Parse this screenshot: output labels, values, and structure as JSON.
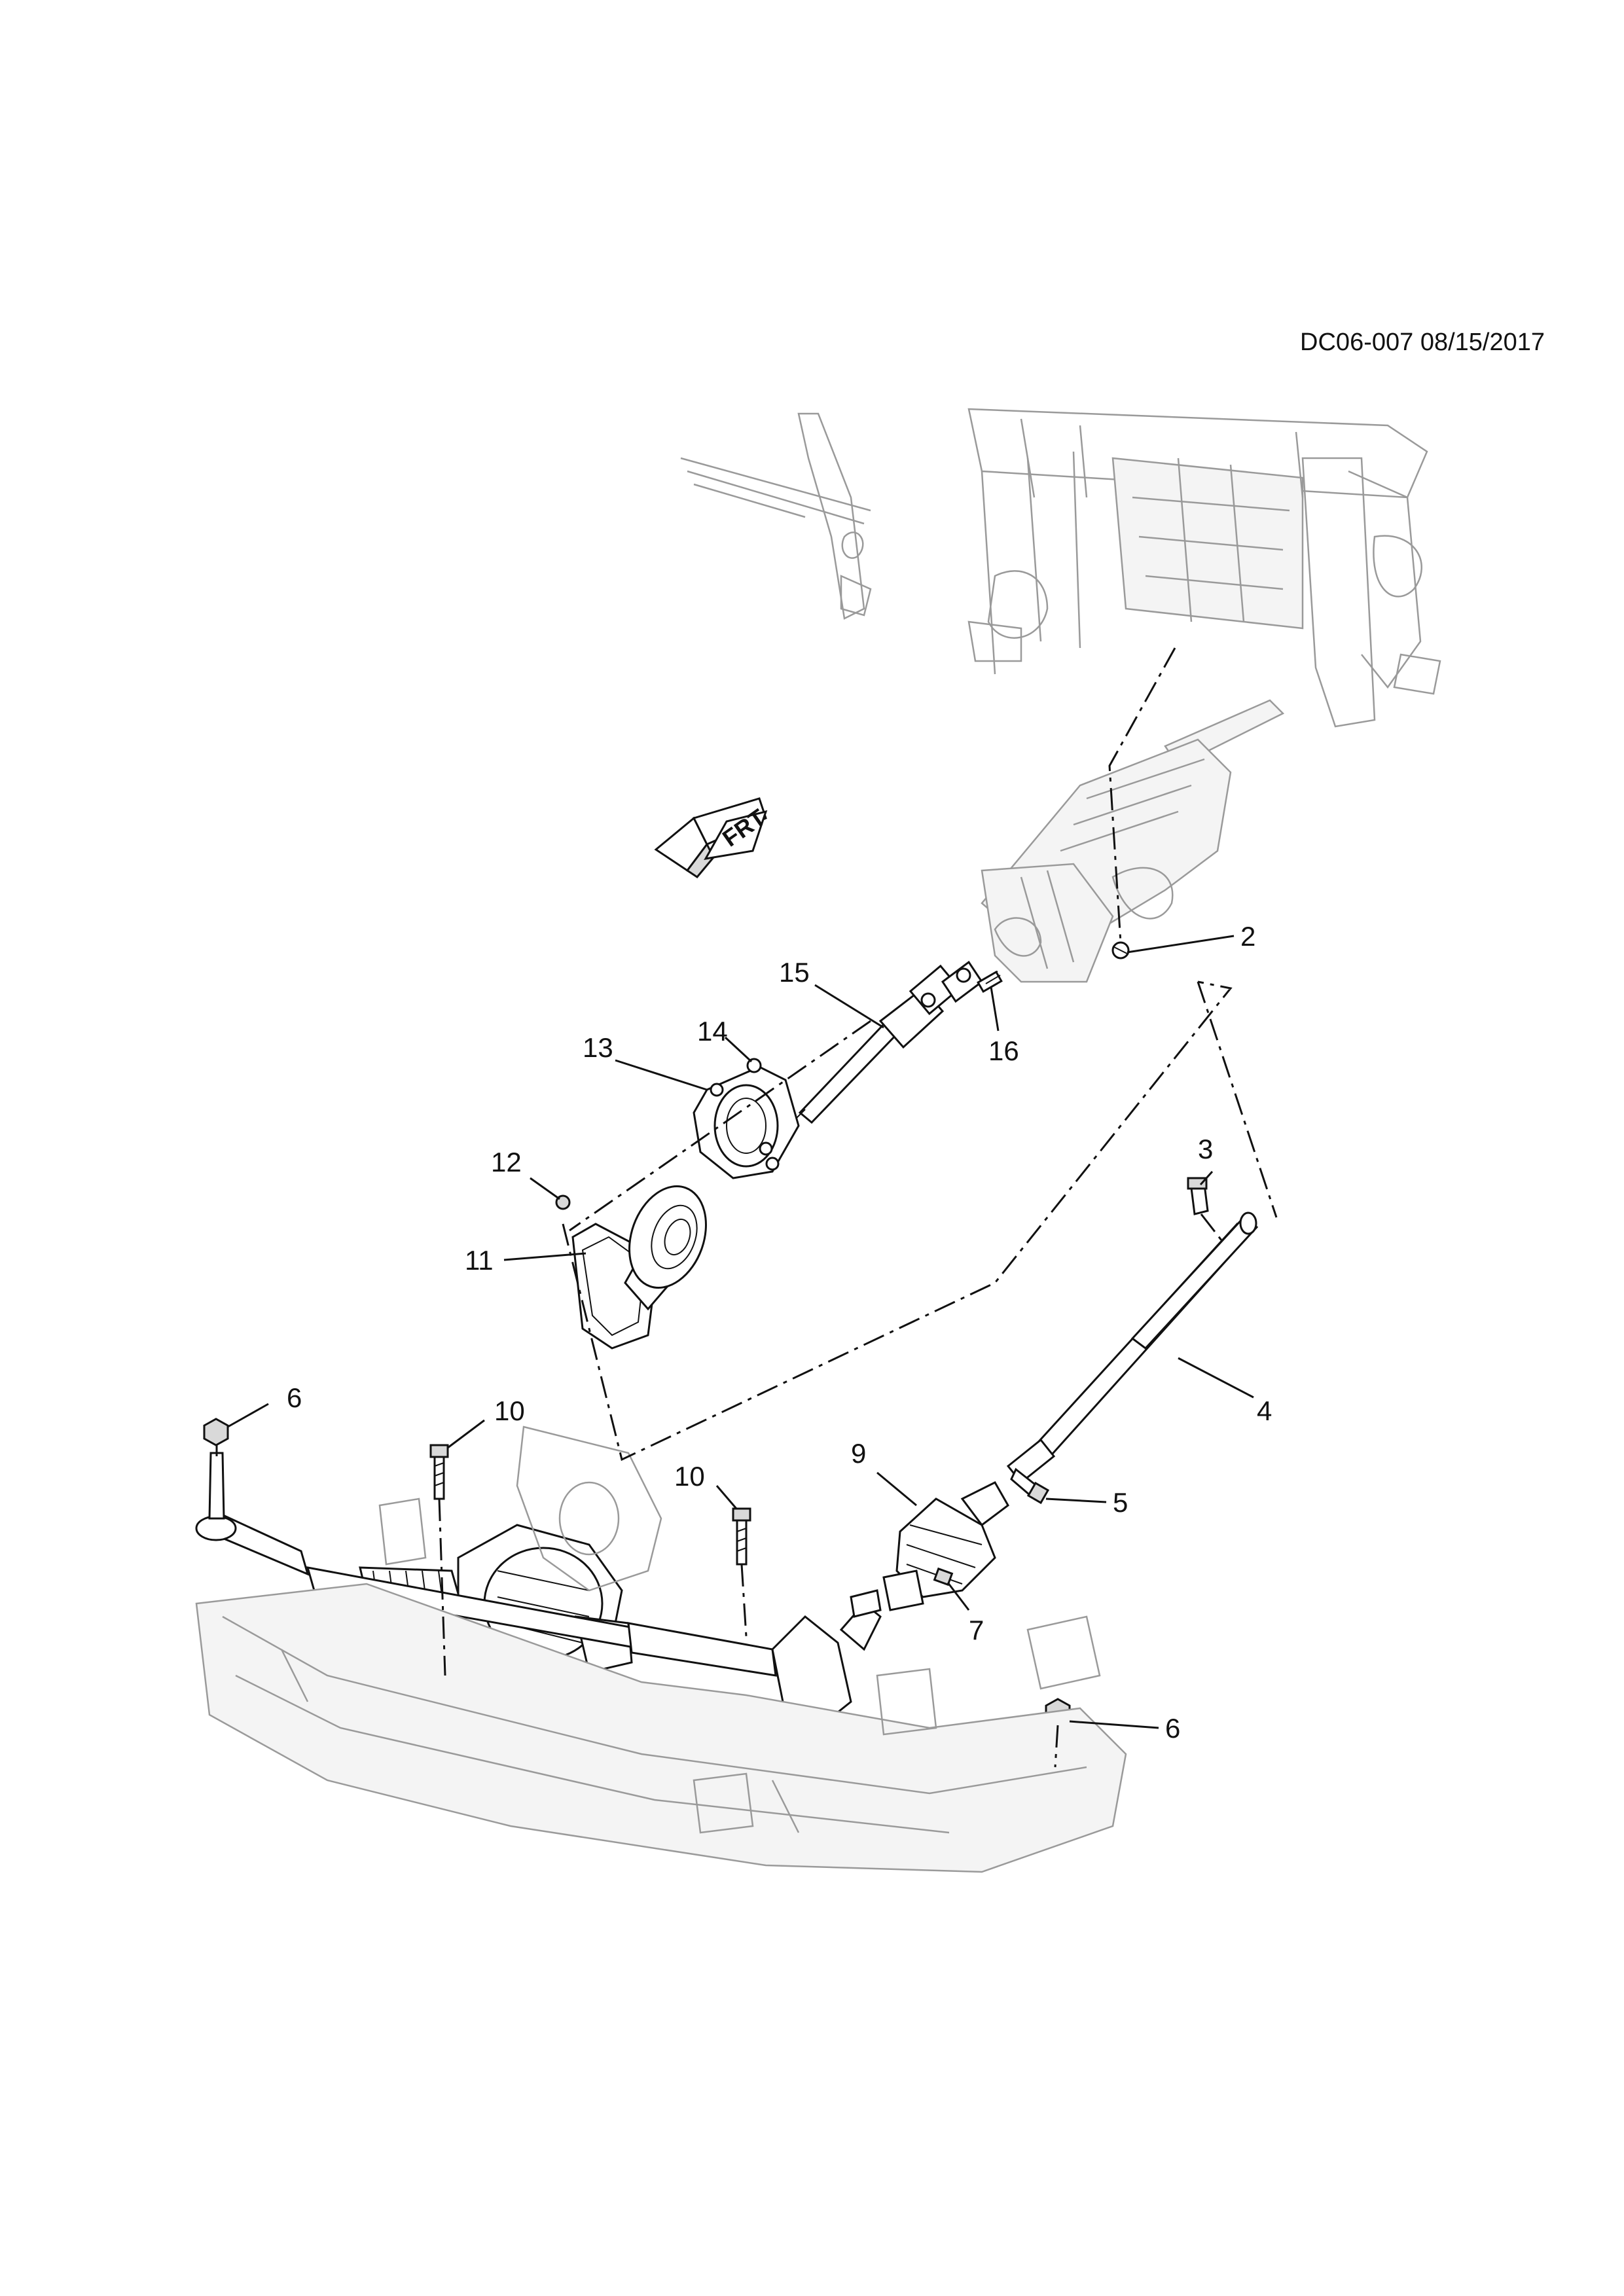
{
  "document_id": "DC06-007 08/15/2017",
  "orientation_marker": {
    "label": "FRT",
    "icon": "front-direction-arrow-icon"
  },
  "callouts": [
    {
      "id": "c2",
      "label": "2"
    },
    {
      "id": "c3",
      "label": "3"
    },
    {
      "id": "c4",
      "label": "4"
    },
    {
      "id": "c5",
      "label": "5"
    },
    {
      "id": "c6a",
      "label": "6"
    },
    {
      "id": "c6b",
      "label": "6"
    },
    {
      "id": "c7",
      "label": "7"
    },
    {
      "id": "c9",
      "label": "9"
    },
    {
      "id": "c10a",
      "label": "10"
    },
    {
      "id": "c10b",
      "label": "10"
    },
    {
      "id": "c11",
      "label": "11"
    },
    {
      "id": "c12",
      "label": "12"
    },
    {
      "id": "c13",
      "label": "13"
    },
    {
      "id": "c14",
      "label": "14"
    },
    {
      "id": "c15",
      "label": "15"
    },
    {
      "id": "c16",
      "label": "16"
    }
  ],
  "icons": {
    "instrument_panel": "instrument-panel-frame-icon",
    "steering_column": "steering-column-icon",
    "intermediate_shaft": "intermediate-shaft-icon",
    "seal_plate": "dash-seal-plate-icon",
    "boot": "steering-shaft-boot-icon",
    "steering_gear": "steering-gear-rack-icon",
    "crossmember": "front-crossmember-icon"
  }
}
